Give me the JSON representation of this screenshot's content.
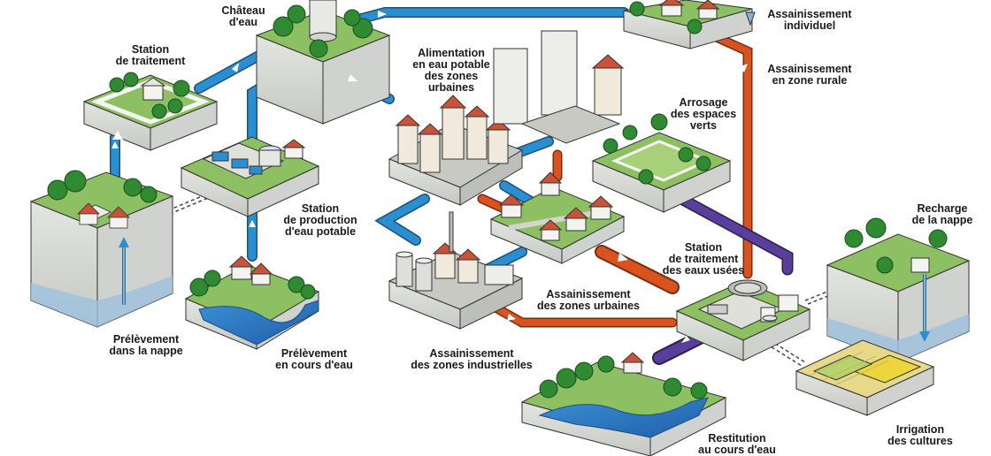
{
  "colors": {
    "potable": "#2a8fd0",
    "wastewater": "#d9531e",
    "treated": "#5a3e9b",
    "groundwater": "#7fb3db",
    "grass": "#8dc063",
    "tree": "#2f8a32",
    "soil": "#d7d9d5",
    "roof": "#c9533a"
  },
  "labels": {
    "chateau": "Château\nd'eau",
    "station_traitement": "Station\nde traitement",
    "station_production": "Station\nde production\nd'eau potable",
    "prelevement_nappe": "Prélèvement\ndans la nappe",
    "prelevement_cours": "Prélèvement\nen cours d'eau",
    "alimentation": "Alimentation\nen eau potable\ndes zones\nurbaines",
    "assainissement_individuel": "Assainissement\nindividuel",
    "assainissement_rural": "Assainissement\nen zone rurale",
    "arrosage": "Arrosage\ndes espaces\nverts",
    "station_usees": "Station\nde traitement\ndes eaux usées",
    "assainissement_urbaines": "Assainissement\ndes zones urbaines",
    "assainissement_industrielles": "Assainissement\ndes zones industrielles",
    "recharge": "Recharge\nde la nappe",
    "irrigation": "Irrigation\ndes cultures",
    "restitution": "Restitution\nau cours d'eau"
  }
}
